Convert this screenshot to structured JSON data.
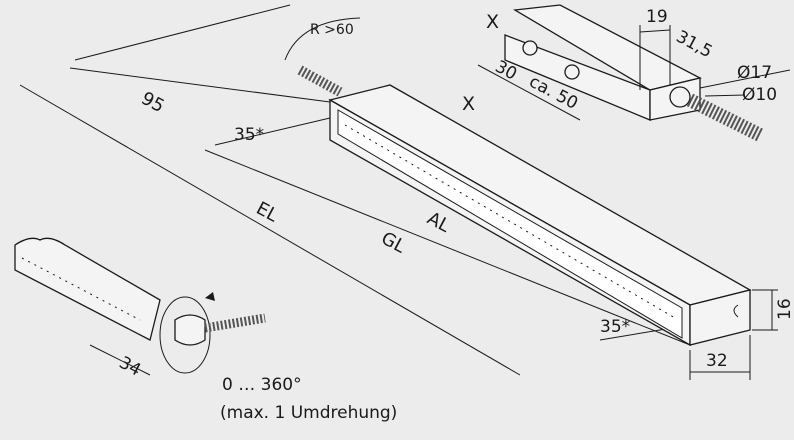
{
  "labels": {
    "radius": "R >60",
    "detail_marker_top": "X",
    "dim_19": "19",
    "dim_31_5": "31,5",
    "dim_30": "30",
    "dim_ca50": "ca. 50",
    "dia_17": "Ø17",
    "dia_10": "Ø10",
    "detail_marker_main": "X",
    "dim_95": "95",
    "dim_35_left": "35*",
    "el": "EL",
    "al": "AL",
    "gl": "GL",
    "dim_35_right": "35*",
    "dim_16": "16",
    "dim_32": "32",
    "dim_34": "34",
    "rotation": "0 … 360°",
    "rotation_note": "(max. 1 Umdrehung)"
  }
}
